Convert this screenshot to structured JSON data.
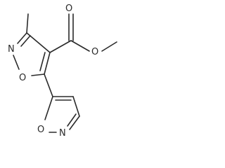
{
  "molecule": {
    "atom_labels": {
      "O_ring1": "O",
      "N_ring1": "N",
      "O_carbonyl": "O",
      "O_ester": "O",
      "O_ring2": "O",
      "N_ring2": "N"
    }
  },
  "colors": {
    "bond": "#2a2a2a",
    "label": "#2a2a2a",
    "background": "#ffffff"
  }
}
